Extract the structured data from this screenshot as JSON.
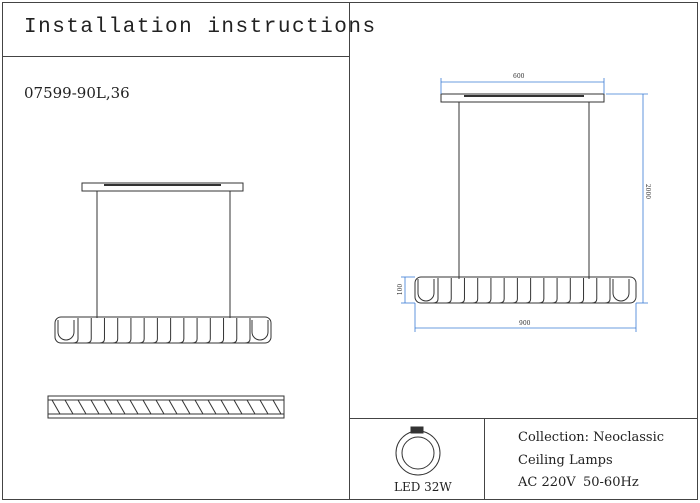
{
  "header": {
    "title": "Installation instructions",
    "model": "07599-90L,36"
  },
  "dimensions": {
    "width_top": "600",
    "height_total": "2000",
    "body_height": "100",
    "width_body": "900"
  },
  "spec": {
    "power": "LED 32W",
    "collection": "Collection: Neoclassic",
    "type": "Ceiling Lamps",
    "voltage": "AC 220V",
    "frequency": "50-60Hz"
  },
  "colors": {
    "dimension": "#3a7bd5",
    "line": "#333333"
  }
}
